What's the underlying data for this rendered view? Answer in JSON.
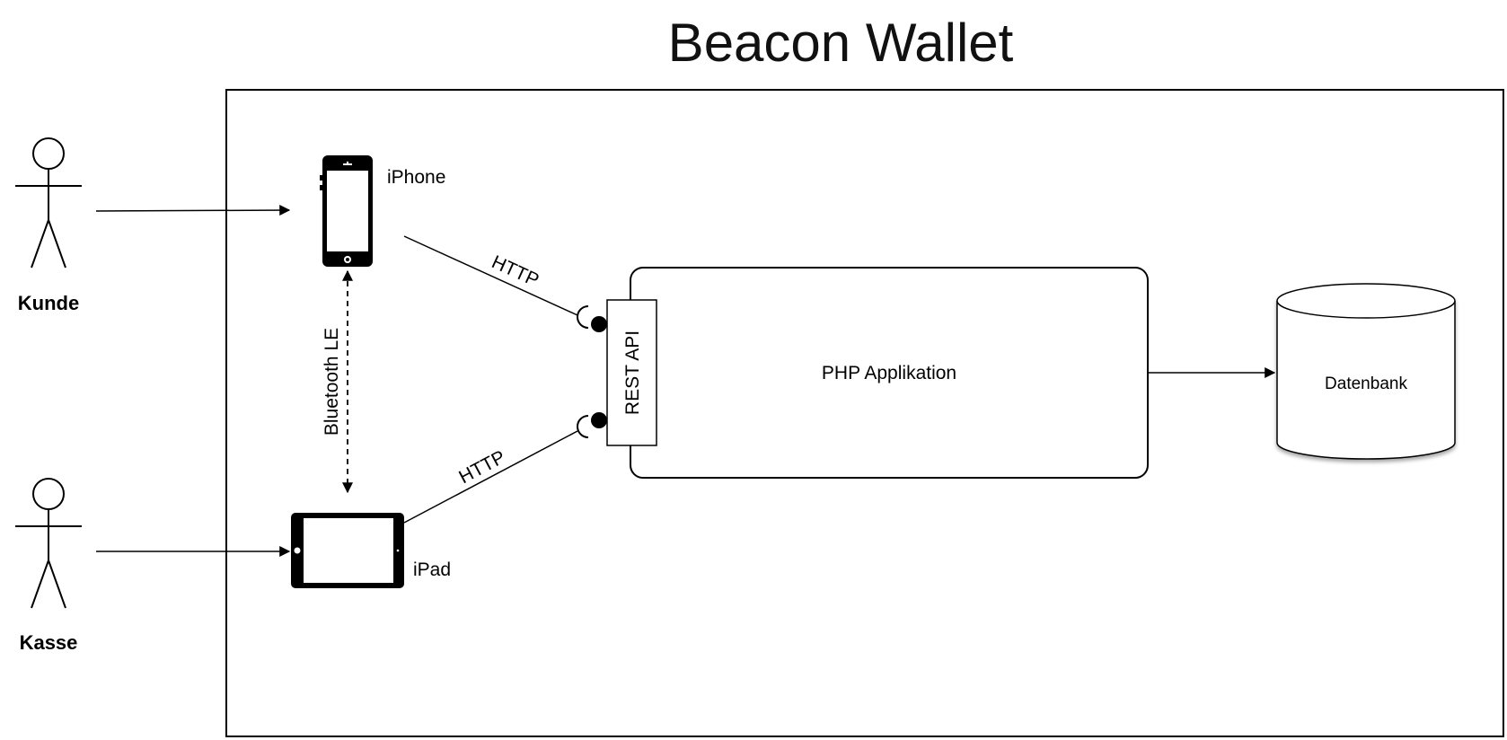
{
  "title": "Beacon Wallet",
  "actors": {
    "customer": "Kunde",
    "register": "Kasse"
  },
  "devices": {
    "phone": "iPhone",
    "tablet": "iPad"
  },
  "connections": {
    "bluetooth": "Bluetooth LE",
    "http_phone": "HTTP",
    "http_tablet": "HTTP"
  },
  "components": {
    "app": "PHP Applikation",
    "api": "REST API",
    "database": "Datenbank"
  }
}
